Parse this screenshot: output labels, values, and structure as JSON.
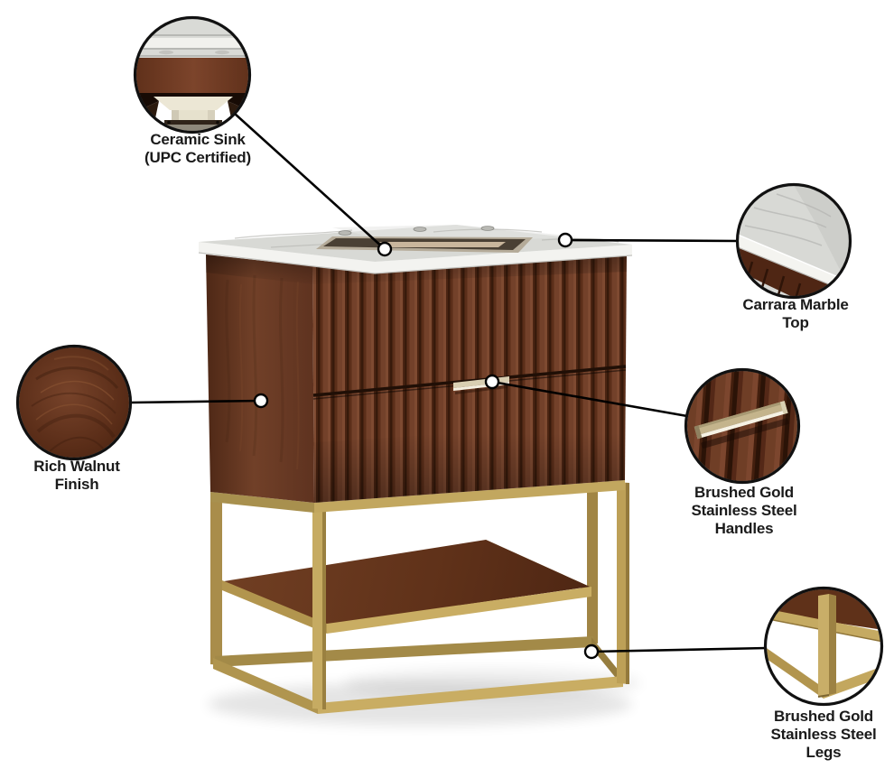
{
  "title": "Bathroom vanity feature callout image",
  "colors": {
    "background": "#ffffff",
    "text": "#1a1a1a",
    "callout_line": "#000000",
    "walnut": "#6e3d24",
    "walnut_dark": "#3a1b0c",
    "marble": "#d8d9d5",
    "marble_edge": "#f3f3f0",
    "gold": "#b2954e",
    "gold_light": "#cdb26b",
    "ceramic": "#ece7d5"
  },
  "callouts": [
    {
      "id": "ceramic-sink",
      "lines": [
        "Ceramic Sink",
        "(UPC Certified)"
      ]
    },
    {
      "id": "carrara-marble-top",
      "lines": [
        "Carrara Marble",
        "Top"
      ]
    },
    {
      "id": "rich-walnut-finish",
      "lines": [
        "Rich Walnut",
        "Finish"
      ]
    },
    {
      "id": "brushed-gold-handles",
      "lines": [
        "Brushed Gold",
        "Stainless Steel",
        "Handles"
      ]
    },
    {
      "id": "brushed-gold-legs",
      "lines": [
        "Brushed Gold",
        "Stainless Steel",
        "Legs"
      ]
    }
  ]
}
